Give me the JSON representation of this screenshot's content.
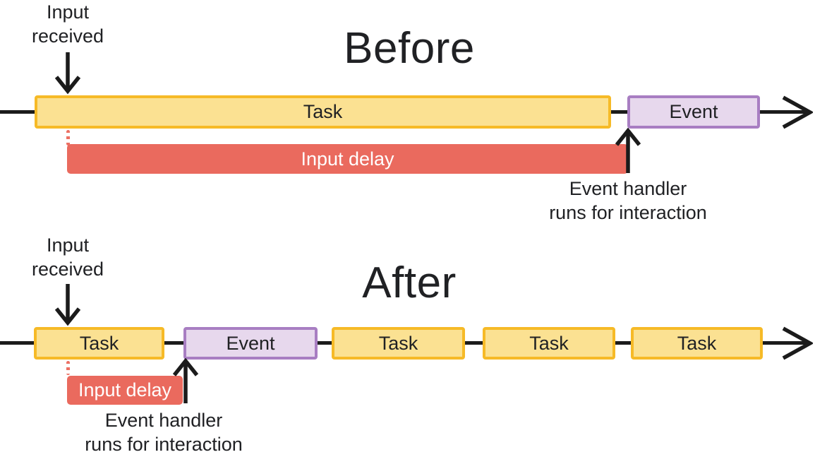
{
  "colors": {
    "task_fill": "#FBE192",
    "task_border": "#F6BA27",
    "event_fill": "#E7D8ED",
    "event_border": "#A87EC2",
    "delay_fill": "#EA6A5E",
    "delay_dot": "#EC7063",
    "text": "#202124",
    "line": "#1B1B1B"
  },
  "before": {
    "title": "Before",
    "input_label": {
      "line1": "Input",
      "line2": "received"
    },
    "task_label": "Task",
    "event_label": "Event",
    "delay_label": "Input delay",
    "handler_label": {
      "line1": "Event handler",
      "line2": "runs for interaction"
    }
  },
  "after": {
    "title": "After",
    "input_label": {
      "line1": "Input",
      "line2": "received"
    },
    "task_labels": [
      "Task",
      "Task",
      "Task",
      "Task"
    ],
    "event_label": "Event",
    "delay_label": "Input delay",
    "handler_label": {
      "line1": "Event handler",
      "line2": "runs for interaction"
    }
  }
}
